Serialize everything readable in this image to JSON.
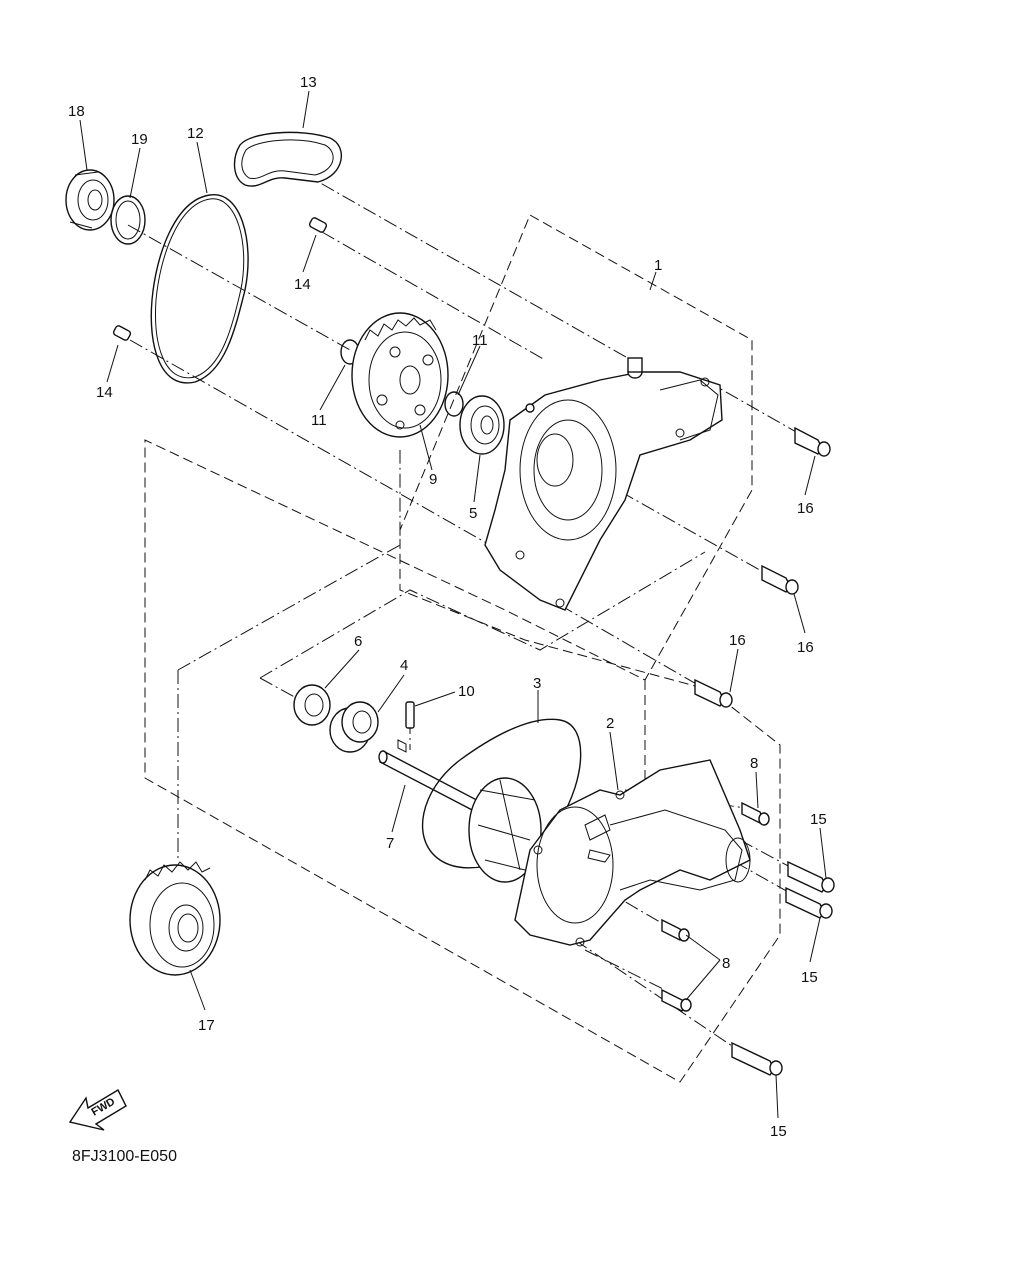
{
  "diagram": {
    "code": "8FJ3100-E050",
    "direction_label": "FWD",
    "callouts": [
      {
        "id": "c1",
        "text": "1"
      },
      {
        "id": "c2",
        "text": "2"
      },
      {
        "id": "c3",
        "text": "3"
      },
      {
        "id": "c4",
        "text": "4"
      },
      {
        "id": "c5",
        "text": "5"
      },
      {
        "id": "c6",
        "text": "6"
      },
      {
        "id": "c7",
        "text": "7"
      },
      {
        "id": "c8a",
        "text": "8"
      },
      {
        "id": "c8b",
        "text": "8"
      },
      {
        "id": "c9",
        "text": "9"
      },
      {
        "id": "c10",
        "text": "10"
      },
      {
        "id": "c11a",
        "text": "11"
      },
      {
        "id": "c11b",
        "text": "11"
      },
      {
        "id": "c12",
        "text": "12"
      },
      {
        "id": "c13",
        "text": "13"
      },
      {
        "id": "c14a",
        "text": "14"
      },
      {
        "id": "c14b",
        "text": "14"
      },
      {
        "id": "c15a",
        "text": "15"
      },
      {
        "id": "c15b",
        "text": "15"
      },
      {
        "id": "c15c",
        "text": "15"
      },
      {
        "id": "c16a",
        "text": "16"
      },
      {
        "id": "c16b",
        "text": "16"
      },
      {
        "id": "c16c",
        "text": "16"
      },
      {
        "id": "c17",
        "text": "17"
      },
      {
        "id": "c18",
        "text": "18"
      },
      {
        "id": "c19",
        "text": "19"
      }
    ]
  }
}
